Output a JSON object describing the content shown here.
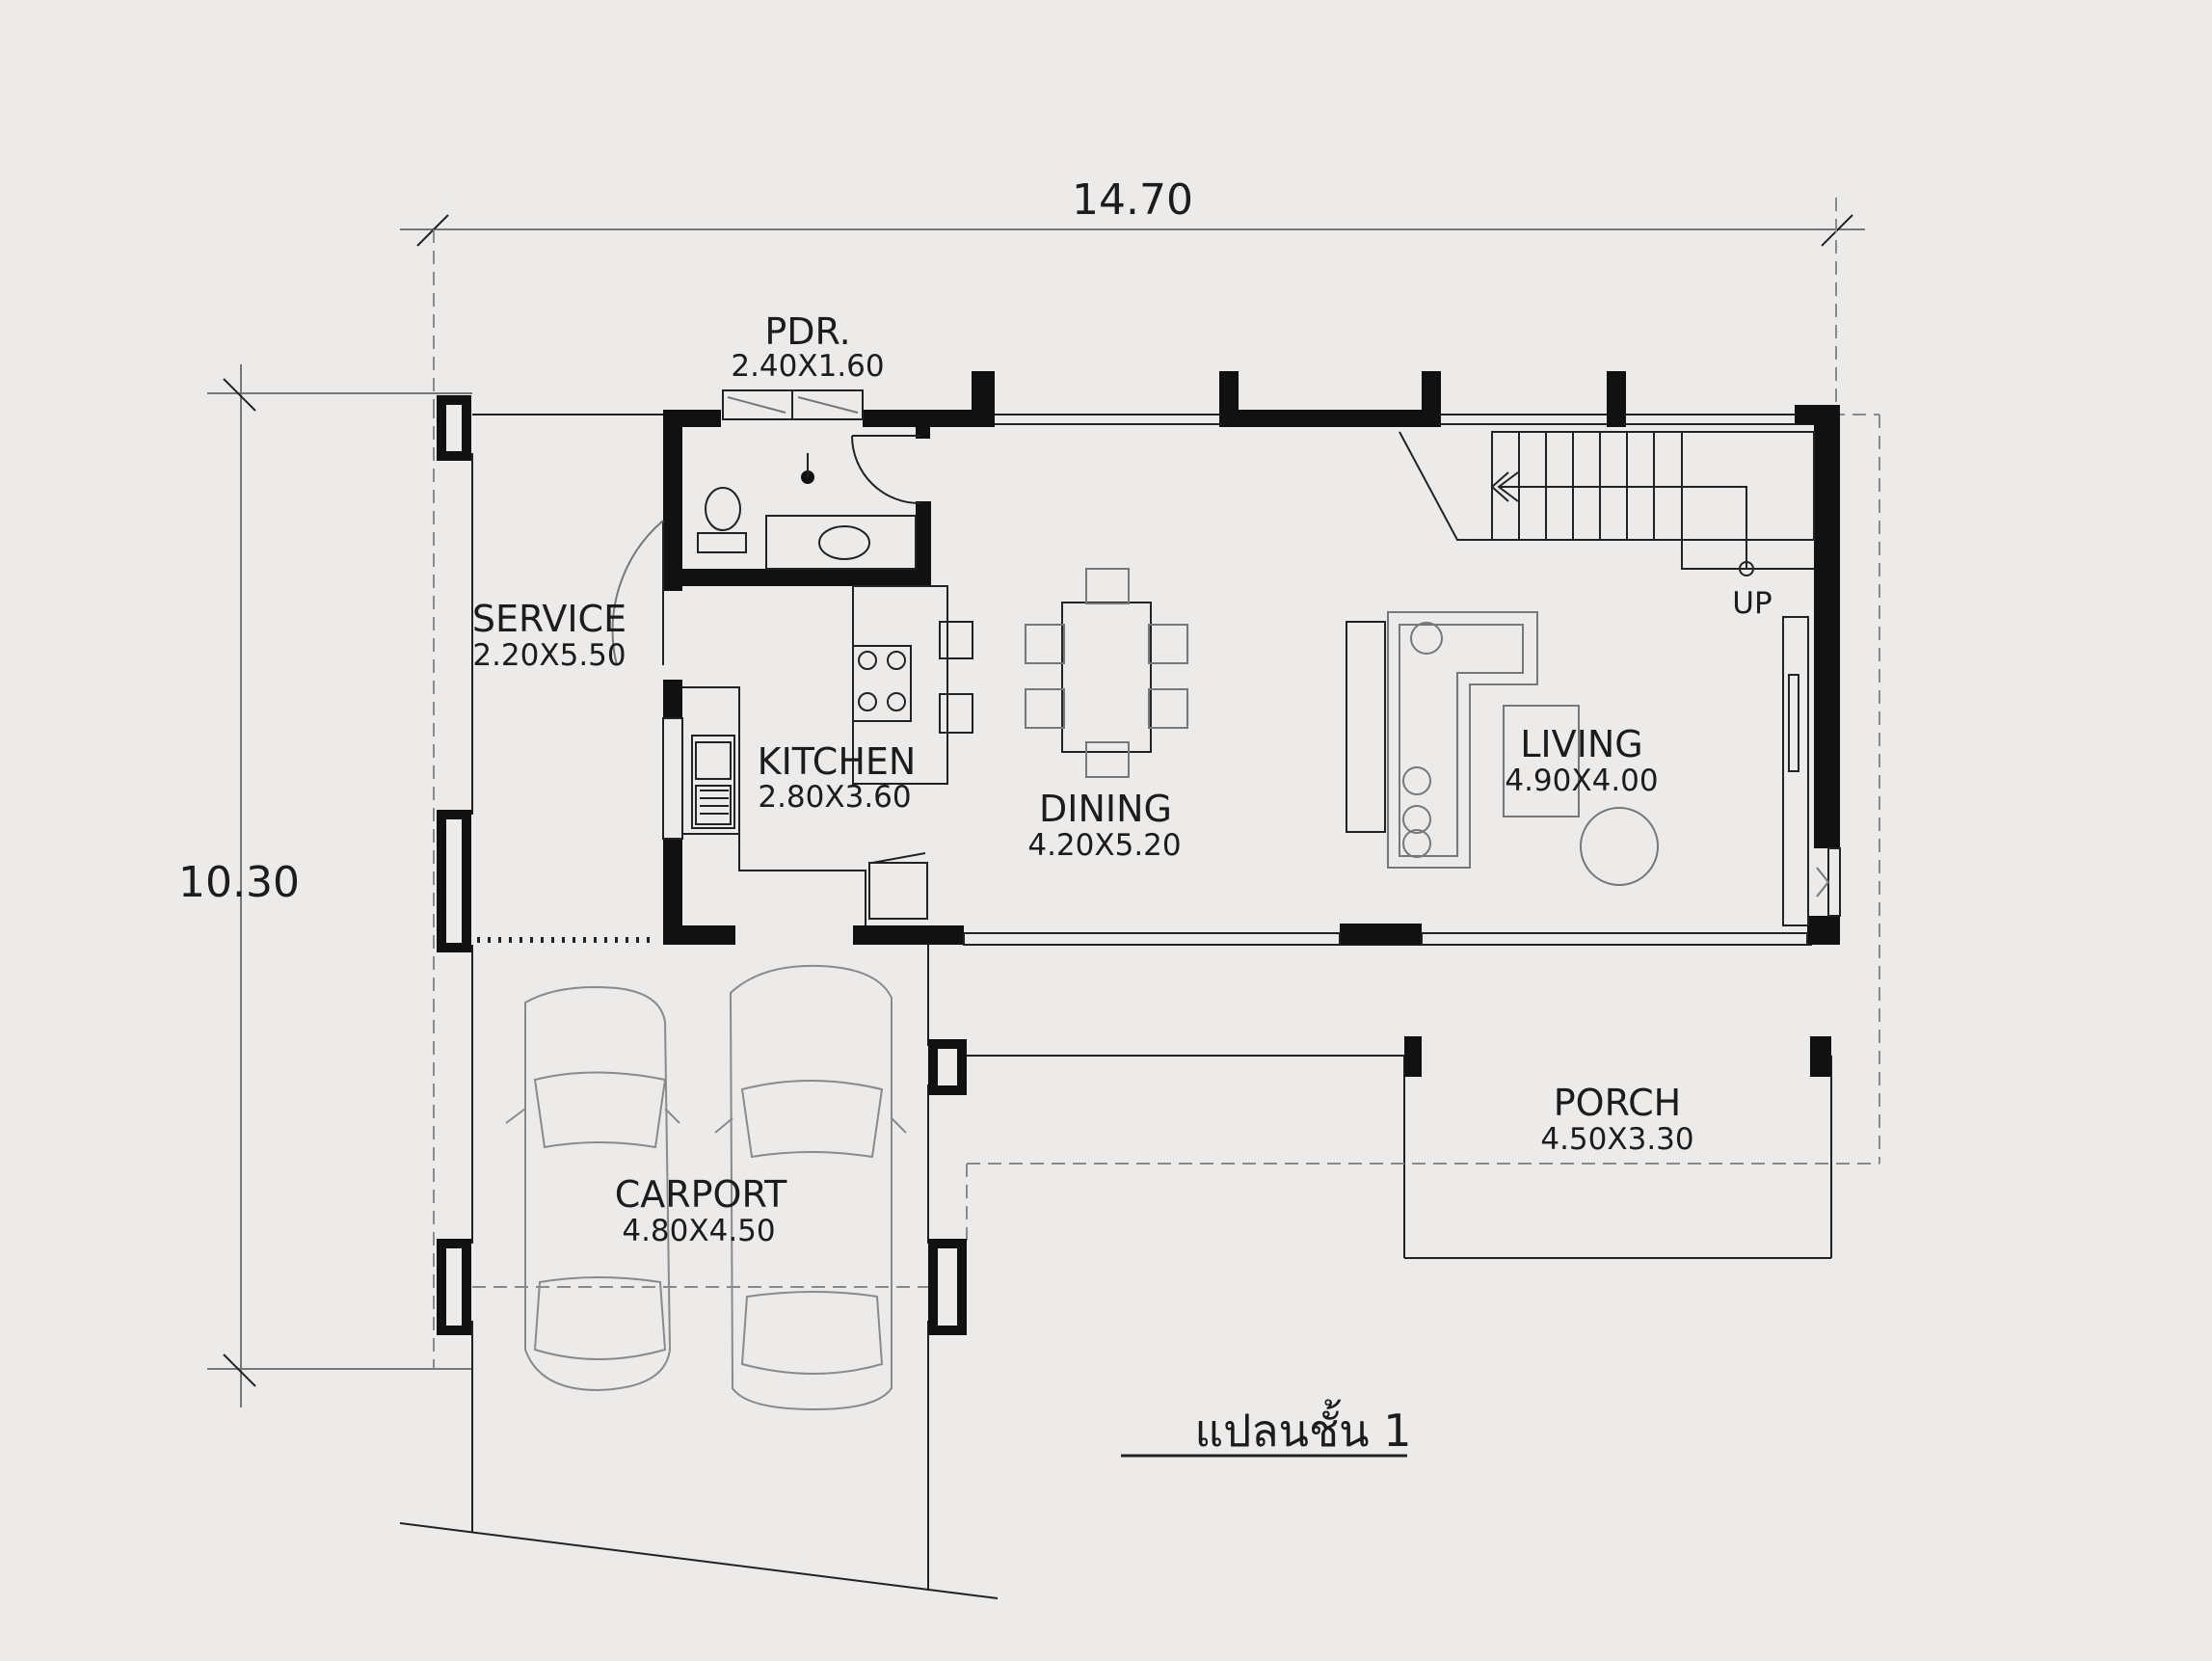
{
  "dimensions": {
    "width": "14.70",
    "depth": "10.30"
  },
  "rooms": {
    "pdr": {
      "name": "PDR.",
      "size": "2.40X1.60"
    },
    "service": {
      "name": "SERVICE",
      "size": "2.20X5.50"
    },
    "kitchen": {
      "name": "KITCHEN",
      "size": "2.80X3.60"
    },
    "dining": {
      "name": "DINING",
      "size": "4.20X5.20"
    },
    "living": {
      "name": "LIVING",
      "size": "4.90X4.00"
    },
    "porch": {
      "name": "PORCH",
      "size": "4.50X3.30"
    },
    "carport": {
      "name": "CARPORT",
      "size": "4.80X4.50"
    }
  },
  "stair_label": "UP",
  "plan_title": "แปลนชั้น  1",
  "colors": {
    "background": "#edebea",
    "wall": "#111111",
    "line": "#222222"
  }
}
